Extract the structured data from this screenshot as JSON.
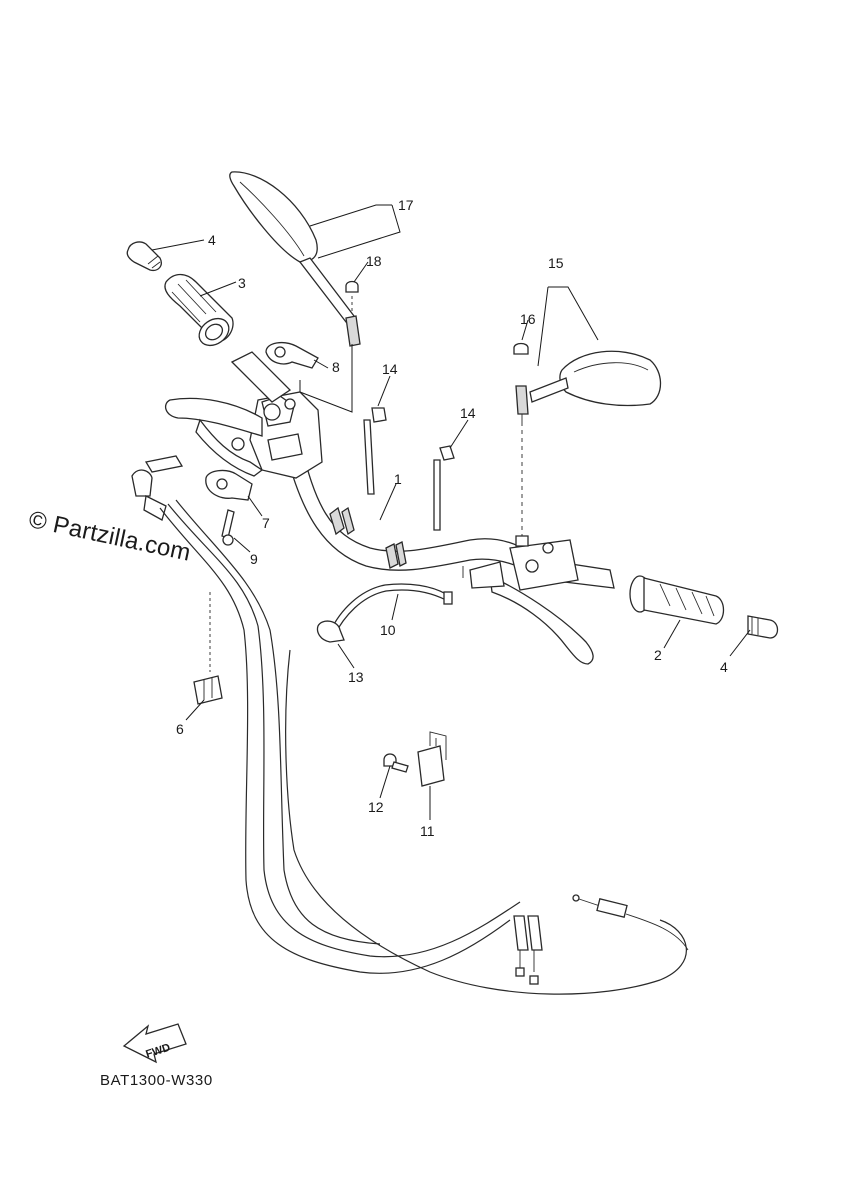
{
  "watermark": "© Partzilla.com",
  "diagram_code": "BAT1300-W330",
  "fwd_label": "FWD",
  "callouts": {
    "c1": "1",
    "c2": "2",
    "c3": "3",
    "c4a": "4",
    "c4b": "4",
    "c6": "6",
    "c7": "7",
    "c8": "8",
    "c9": "9",
    "c10": "10",
    "c11": "11",
    "c12": "12",
    "c13": "13",
    "c14a": "14",
    "c14b": "14",
    "c15": "15",
    "c16": "16",
    "c17": "17",
    "c18": "18"
  }
}
